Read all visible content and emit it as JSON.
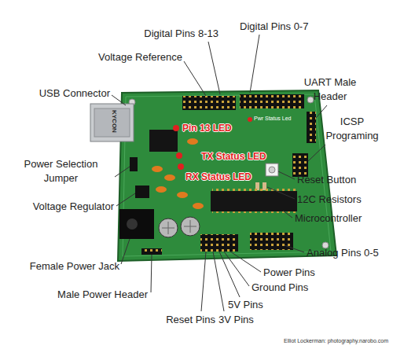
{
  "diagram": {
    "labels": [
      "Digital Pins 8-13",
      "Digital Pins 0-7",
      "Voltage Reference",
      "UART Male Header",
      "USB Connector",
      "ICSP Programing",
      "Pin 13 LED",
      "Pwr Status Led",
      "KYCON",
      "TX Status LED",
      "RX Status LED",
      "Power Selection Jumper",
      "Reset Button",
      "12C Resistors",
      "Voltage Regulator",
      "Microcontroller",
      "Analog Pins 0-5",
      "Female Power Jack",
      "Power Pins",
      "Ground Pins",
      "Male Power Header",
      "5V Pins",
      "Reset Pins",
      "3V Pins",
      "Elliot Lockerman: photography.narobo.com"
    ]
  }
}
